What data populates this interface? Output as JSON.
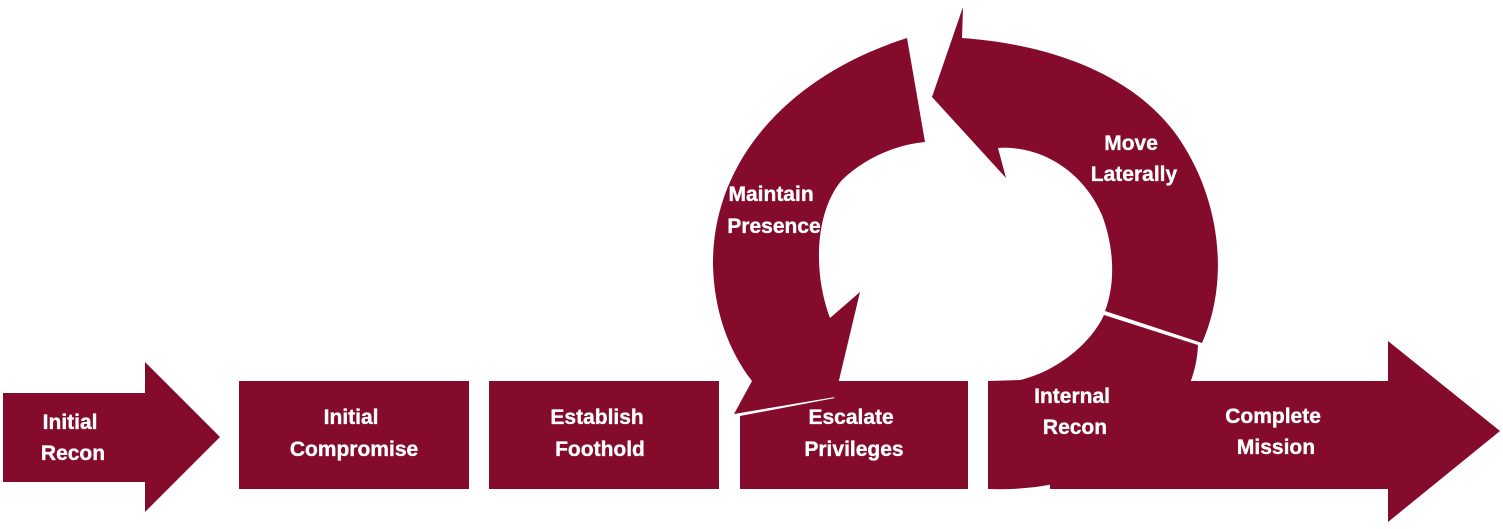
{
  "colors": {
    "accent": "#850b2d",
    "text": "#ffffff",
    "background": "#ffffff"
  },
  "stages": {
    "initial_recon": [
      "Initial",
      "Recon"
    ],
    "initial_compromise": [
      "Initial",
      "Compromise"
    ],
    "establish_foothold": [
      "Establish",
      "Foothold"
    ],
    "escalate_privileges": [
      "Escalate",
      "Privileges"
    ],
    "internal_recon": [
      "Internal",
      "Recon"
    ],
    "move_laterally": [
      "Move",
      "Laterally"
    ],
    "maintain_presence": [
      "Maintain",
      "Presence"
    ],
    "complete_mission": [
      "Complete",
      "Mission"
    ]
  }
}
